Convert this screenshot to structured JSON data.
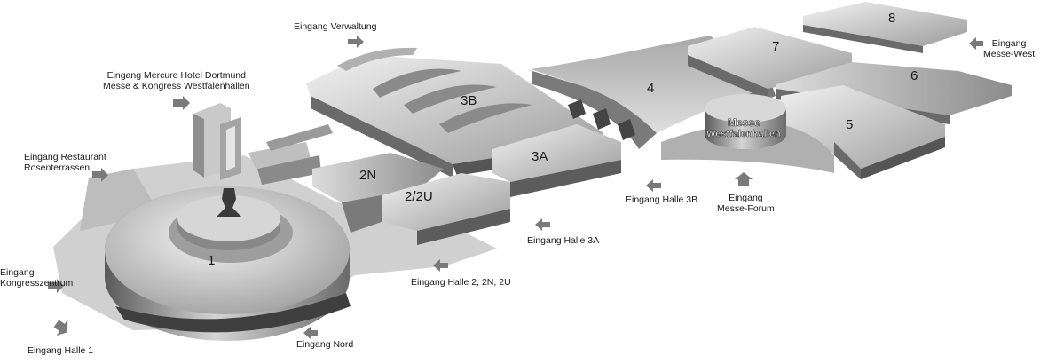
{
  "halls": [
    {
      "id": "1",
      "label": "1"
    },
    {
      "id": "2n",
      "label": "2N"
    },
    {
      "id": "2-2u",
      "label": "2/2U"
    },
    {
      "id": "3a",
      "label": "3A"
    },
    {
      "id": "3b",
      "label": "3B"
    },
    {
      "id": "4",
      "label": "4"
    },
    {
      "id": "5",
      "label": "5"
    },
    {
      "id": "6",
      "label": "6"
    },
    {
      "id": "7",
      "label": "7"
    },
    {
      "id": "8",
      "label": "8"
    }
  ],
  "rotunda": {
    "line1": "Messe",
    "line2": "Westfalenhallen"
  },
  "entrances": {
    "verwaltung": "Eingang Verwaltung",
    "mercure_line1": "Eingang Mercure Hotel Dortmund",
    "mercure_line2": "Messe & Kongress Westfalenhallen",
    "restaurant_line1": "Eingang Restaurant",
    "restaurant_line2": "Rosenterrassen",
    "kongress_line1": "Eingang",
    "kongress_line2": "Kongresszentrum",
    "halle1": "Eingang Halle 1",
    "nord": "Eingang Nord",
    "halle2": "Eingang Halle 2, 2N, 2U",
    "halle3a": "Eingang Halle 3A",
    "halle3b": "Eingang Halle 3B",
    "forum_line1": "Eingang",
    "forum_line2": "Messe-Forum",
    "west_line1": "Eingang",
    "west_line2": "Messe-West"
  },
  "colors": {
    "roof_light": "#e6e6e6",
    "roof_mid": "#b9b9b9",
    "wall_dark": "#6e6e6e",
    "arrow": "#7a7a7a"
  }
}
